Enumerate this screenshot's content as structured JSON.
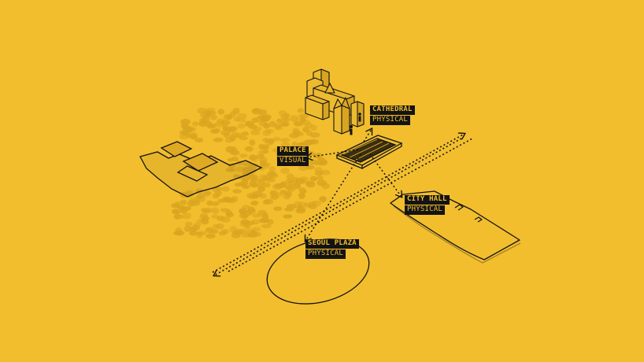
{
  "colors": {
    "background": "#F2BE2E",
    "ink": "#141414",
    "tree_fill": "#D9A520",
    "building_fill": "#E9B52A"
  },
  "labels": {
    "cathedral": {
      "title": "CATHEDRAL",
      "sub": "PHYSICAL"
    },
    "palace": {
      "title": "PALACE",
      "sub": "VISUAL"
    },
    "city_hall": {
      "title": "CITY HALL",
      "sub": "PHYSICAL"
    },
    "seoul_plaza": {
      "title": "SEOUL PLAZA",
      "sub": "PHYSICAL"
    }
  },
  "icons": [
    "person-icon",
    "arrow-icon"
  ]
}
